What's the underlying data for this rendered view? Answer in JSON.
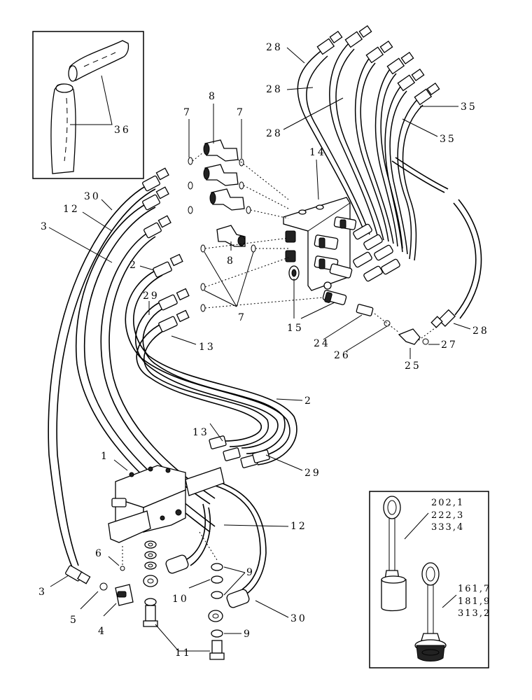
{
  "callouts": {
    "c1": "1",
    "c2a": "2",
    "c2b": "2",
    "c3a": "3",
    "c3b": "3",
    "c4": "4",
    "c5": "5",
    "c6": "6",
    "c7a": "7",
    "c7b": "7",
    "c7c": "7",
    "c8a": "8",
    "c8b": "8",
    "c9a": "9",
    "c9b": "9",
    "c10": "10",
    "c11": "11",
    "c12a": "12",
    "c12b": "12",
    "c13a": "13",
    "c13b": "13",
    "c14": "14",
    "c15": "15",
    "c24": "24",
    "c25": "25",
    "c26": "26",
    "c27": "27",
    "c28a": "28",
    "c28b": "28",
    "c28c": "28",
    "c28d": "28",
    "c29a": "29",
    "c29b": "29",
    "c30a": "30",
    "c30b": "30",
    "c35a": "35",
    "c35b": "35",
    "c36": "36"
  },
  "inset_tags": {
    "tag_upper_1": "202,1",
    "tag_upper_2": "222,3",
    "tag_upper_3": "333,4",
    "tag_lower_1": "161,7",
    "tag_lower_2": "181,9",
    "tag_lower_3": "313,2"
  }
}
